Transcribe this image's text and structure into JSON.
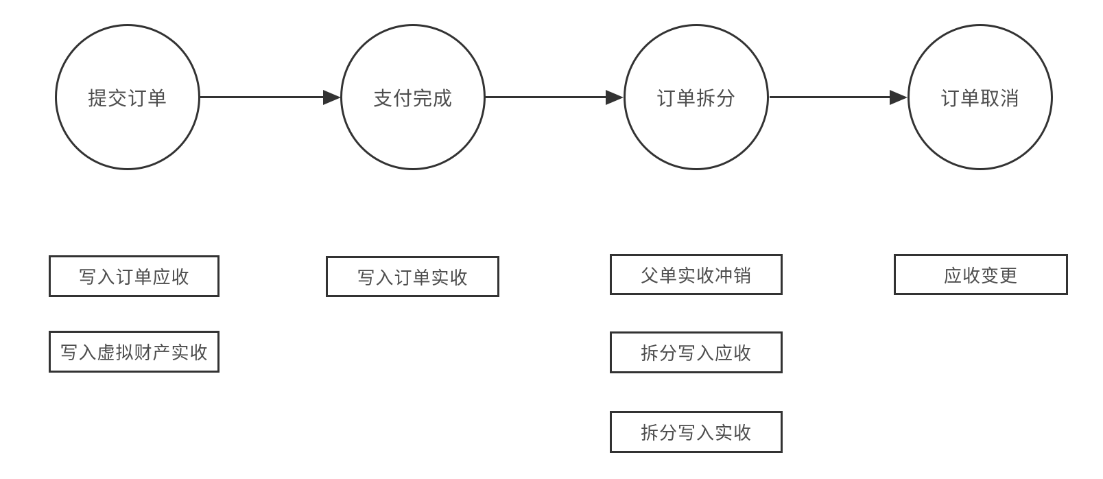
{
  "diagram": {
    "background_color": "#ffffff",
    "stroke_color": "#333333",
    "text_color": "#4d4d4d",
    "nodes": [
      {
        "id": "submit-order",
        "label": "提交订单"
      },
      {
        "id": "payment-complete",
        "label": "支付完成"
      },
      {
        "id": "order-split",
        "label": "订单拆分"
      },
      {
        "id": "order-cancel",
        "label": "订单取消"
      }
    ],
    "edges": [
      {
        "from": "submit-order",
        "to": "payment-complete",
        "direction": "right"
      },
      {
        "from": "payment-complete",
        "to": "order-split",
        "direction": "right"
      },
      {
        "from": "order-split",
        "to": "order-cancel",
        "direction": "right"
      }
    ],
    "boxes": [
      {
        "under": "submit-order",
        "label": "写入订单应收"
      },
      {
        "under": "submit-order",
        "label": "写入虚拟财产实收"
      },
      {
        "under": "payment-complete",
        "label": "写入订单实收"
      },
      {
        "under": "order-split",
        "label": "父单实收冲销"
      },
      {
        "under": "order-split",
        "label": "拆分写入应收"
      },
      {
        "under": "order-split",
        "label": "拆分写入实收"
      },
      {
        "under": "order-cancel",
        "label": "应收变更"
      }
    ]
  }
}
